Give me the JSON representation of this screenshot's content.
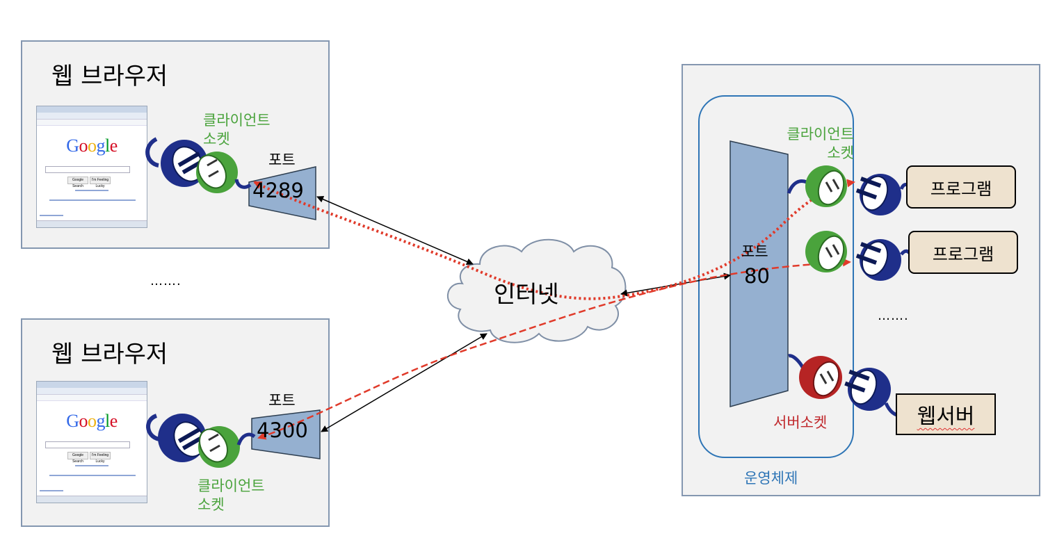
{
  "browser_top": {
    "title": "웹 브라우저",
    "socket_label": [
      "클라이언트",
      "소켓"
    ],
    "port_label": "포트",
    "port_number": "4289"
  },
  "browser_bottom": {
    "title": "웹 브라우저",
    "socket_label": [
      "클라이언트",
      "소켓"
    ],
    "port_label": "포트",
    "port_number": "4300"
  },
  "left_ellipsis": "…….",
  "internet_label": "인터넷",
  "server_side": {
    "socket_label": [
      "클라이언트",
      "소켓"
    ],
    "port_label": "포트",
    "port_number": "80",
    "programs": [
      "프로그램",
      "프로그램"
    ],
    "ellipsis": "…….",
    "server_socket_label": "서버소켓",
    "web_server_label": "웹서버",
    "os_label": "운영체제"
  },
  "browser_screenshot": {
    "logo": "Google",
    "buttons": [
      "Google Search",
      "I'm Feeling Lucky"
    ]
  },
  "colors": {
    "panel_bg": "#f2f2f2",
    "panel_border": "#8497b0",
    "port_fill": "#95b0d0",
    "client_socket": "#4aa33c",
    "server_socket": "#c0282c",
    "plug": "#1f2f8a",
    "os_border": "#2e75b6",
    "program_fill": "#eee2cf",
    "red_path": "#e03a2a",
    "cloud_fill": "#f2f2f2"
  }
}
